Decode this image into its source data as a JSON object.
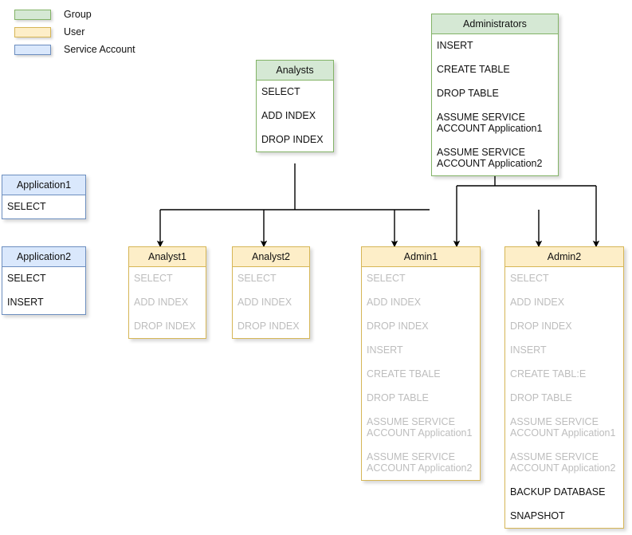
{
  "legend": {
    "items": [
      {
        "label": "Group",
        "color": "#d5e8d4",
        "border": "#82b366",
        "icon": "legend-swatch-group"
      },
      {
        "label": "User",
        "color": "#fdeec8",
        "border": "#d6b656",
        "icon": "legend-swatch-user"
      },
      {
        "label": "Service Account",
        "color": "#dae8fc",
        "border": "#6c8ebf",
        "icon": "legend-swatch-service-account"
      }
    ]
  },
  "nodes": {
    "analysts": {
      "title": "Analysts",
      "type": "Group",
      "permissions": [
        {
          "text": "SELECT",
          "inherited": false
        },
        {
          "text": "ADD INDEX",
          "inherited": false
        },
        {
          "text": "DROP INDEX",
          "inherited": false
        }
      ]
    },
    "administrators": {
      "title": "Administrators",
      "type": "Group",
      "permissions": [
        {
          "text": "INSERT",
          "inherited": false
        },
        {
          "text": "CREATE TABLE",
          "inherited": false
        },
        {
          "text": "DROP TABLE",
          "inherited": false
        },
        {
          "text": "ASSUME SERVICE\nACCOUNT Application1",
          "inherited": false
        },
        {
          "text": "ASSUME SERVICE\nACCOUNT Application2",
          "inherited": false
        }
      ]
    },
    "application1": {
      "title": "Application1",
      "type": "Service Account",
      "permissions": [
        {
          "text": "SELECT",
          "inherited": false
        }
      ]
    },
    "application2": {
      "title": "Application2",
      "type": "Service Account",
      "permissions": [
        {
          "text": "SELECT",
          "inherited": false
        },
        {
          "text": "INSERT",
          "inherited": false
        }
      ]
    },
    "analyst1": {
      "title": "Analyst1",
      "type": "User",
      "permissions": [
        {
          "text": "SELECT",
          "inherited": true
        },
        {
          "text": "ADD INDEX",
          "inherited": true
        },
        {
          "text": "DROP INDEX",
          "inherited": true
        }
      ]
    },
    "analyst2": {
      "title": "Analyst2",
      "type": "User",
      "permissions": [
        {
          "text": "SELECT",
          "inherited": true
        },
        {
          "text": "ADD INDEX",
          "inherited": true
        },
        {
          "text": "DROP INDEX",
          "inherited": true
        }
      ]
    },
    "admin1": {
      "title": "Admin1",
      "type": "User",
      "permissions": [
        {
          "text": "SELECT",
          "inherited": true
        },
        {
          "text": "ADD INDEX",
          "inherited": true
        },
        {
          "text": "DROP INDEX",
          "inherited": true
        },
        {
          "text": "INSERT",
          "inherited": true
        },
        {
          "text": "CREATE TBALE",
          "inherited": true
        },
        {
          "text": "DROP TABLE",
          "inherited": true
        },
        {
          "text": "ASSUME SERVICE\nACCOUNT Application1",
          "inherited": true
        },
        {
          "text": "ASSUME SERVICE\nACCOUNT Application2",
          "inherited": true
        }
      ]
    },
    "admin2": {
      "title": "Admin2",
      "type": "User",
      "permissions": [
        {
          "text": "SELECT",
          "inherited": true
        },
        {
          "text": "ADD INDEX",
          "inherited": true
        },
        {
          "text": "DROP INDEX",
          "inherited": true
        },
        {
          "text": "INSERT",
          "inherited": true
        },
        {
          "text": "CREATE TABL:E",
          "inherited": true
        },
        {
          "text": "DROP TABLE",
          "inherited": true
        },
        {
          "text": "ASSUME SERVICE\nACCOUNT Application1",
          "inherited": true
        },
        {
          "text": "ASSUME SERVICE\nACCOUNT Application2",
          "inherited": true
        },
        {
          "text": "BACKUP DATABASE",
          "inherited": false
        },
        {
          "text": "SNAPSHOT",
          "inherited": false
        }
      ]
    }
  },
  "edges": [
    {
      "from": "analysts",
      "to": "analyst1"
    },
    {
      "from": "analysts",
      "to": "analyst2"
    },
    {
      "from": "analysts",
      "to": "admin1"
    },
    {
      "from": "analysts",
      "to": "admin2"
    },
    {
      "from": "administrators",
      "to": "admin1"
    },
    {
      "from": "administrators",
      "to": "admin2"
    }
  ]
}
